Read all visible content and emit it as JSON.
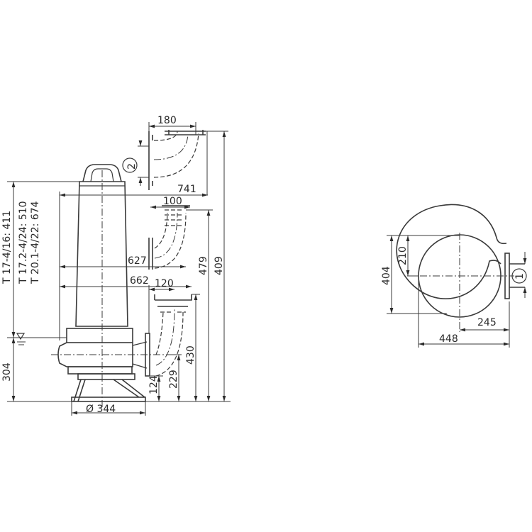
{
  "drawing": {
    "type": "submersible pump dimensional drawing",
    "side_view": {
      "height_labels": {
        "t1": "T 17-4/16: 411",
        "t2": "T 17.2-4/24: 510",
        "t3": "T 20.1-4/22: 674"
      },
      "water_level_offset": "304",
      "base_diameter": "Ø 344",
      "widths": {
        "w741": "741",
        "w627": "627",
        "w662": "662"
      },
      "elbow_widths": {
        "e180": "180",
        "e100": "100",
        "e120": "120"
      },
      "heights": {
        "h409": "409",
        "h479": "479",
        "h430": "430",
        "h229": "229",
        "h124": "124"
      },
      "callout_2": "2"
    },
    "top_view": {
      "d404": "404",
      "d210": "210",
      "d245": "245",
      "d448": "448",
      "callout_1": "1"
    }
  }
}
